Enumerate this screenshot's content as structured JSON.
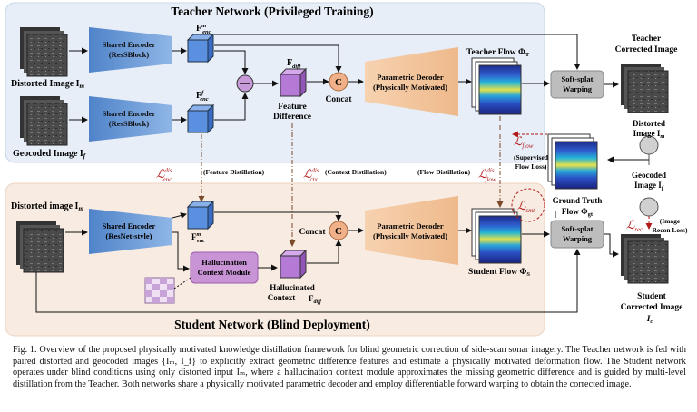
{
  "teacher": {
    "title": "Teacher Network (Privileged Training)",
    "encoder1": {
      "line1": "Shared Encoder",
      "line2": "(ResSBlock)"
    },
    "encoder2": {
      "line1": "Shared Encoder",
      "line2": "(ResSBlock)"
    },
    "input1_label": "Distorted Image I",
    "input1_sub": "m",
    "input2_label": "Geocoded Image I",
    "input2_sub": "f",
    "f_enc_m": "F",
    "f_enc_m_sub": "enc",
    "f_enc_m_sup": "m",
    "f_enc_f": "F",
    "f_enc_f_sub": "enc",
    "f_enc_f_sup": "f",
    "f_diff": "F",
    "f_diff_sub": "diff",
    "feature_diff_l1": "Feature",
    "feature_diff_l2": "Difference",
    "concat": "Concat",
    "concat_c": "C",
    "decoder": {
      "line1": "Parametric Decoder",
      "line2": "(Physically Motivated)"
    },
    "flow_label": "Teacher Flow Φ",
    "flow_sub": "T",
    "warp": {
      "line1": "Soft-splat",
      "line2": "Warping"
    },
    "output_l1": "Teacher",
    "output_l2": "Corrected Image"
  },
  "student": {
    "title": "Student Network (Blind Deployment)",
    "encoder": {
      "line1": "Shared Encoder",
      "line2": "(ResNet-style)"
    },
    "input_label": "Distorted image I",
    "input_sub": "m",
    "f_enc": "F",
    "f_enc_sub": "enc",
    "f_enc_sup": "m",
    "hallu_module": {
      "line1": "Hallucination",
      "line2": "Context Module"
    },
    "hallu_ctx_l1": "Hallucinated",
    "hallu_ctx_l2": "Context",
    "f_diff": "F",
    "f_diff_sub": "diff",
    "concat": "Concat",
    "concat_c": "C",
    "decoder": {
      "line1": "Parametric Decoder",
      "line2": "(Physically Motivated)"
    },
    "flow_label": "Student Flow Φ",
    "flow_sub": "S",
    "warp": {
      "line1": "Soft-splat",
      "line2": "Warping"
    },
    "output_l1": "Student",
    "output_l2": "Corrected Image",
    "output_l3": "I",
    "output_l3_sub": "c"
  },
  "losses": {
    "L": "ℒ",
    "enc_sub": "enc",
    "enc_sup": "dis",
    "enc_label": "(Feature Distillation)",
    "ctx_sub": "ctx",
    "ctx_sup": "dis",
    "ctx_label": "(Context Distillation)",
    "flow_dist_label": "(Flow Distillation)",
    "flow_dist_sub": "flow",
    "flow_dist_sup": "dis",
    "flow_sub": "flow",
    "flow_label_l1": "(Supervised",
    "flow_label_l2": "Flow Loss)",
    "smt_sub": "smt",
    "rec_sub": "rec",
    "rec_label_l1": "(Image",
    "rec_label_l2": "Recon Loss)"
  },
  "gt": {
    "distorted_l1": "Distorted",
    "distorted_l2": "Image I",
    "distorted_sub": "m",
    "geocoded_l1": "Geocoded",
    "geocoded_l2": "Image I",
    "geocoded_sub": "f",
    "gt_l1": "Ground Truth",
    "gt_l2": "Flow Φ",
    "gt_sub": "gt"
  },
  "caption": "Fig. 1.  Overview of the proposed physically motivated knowledge distillation framework for blind geometric correction of side-scan sonar imagery. The Teacher network is fed with paired distorted and geocoded images {Iₘ, I_f} to explicitly extract geometric difference features and estimate a physically motivated deformation flow. The Student network operates under blind conditions using only distorted input Iₘ, where a hallucination context module approximates the missing geometric difference and is guided by multi-level distillation from the Teacher. Both networks share a physically motivated parametric decoder and employ differentiable forward warping to obtain the corrected image.",
  "colors": {
    "teacher_bg": "#e6eef7",
    "student_bg": "#f8e9df",
    "encoder": "#6d9bd6",
    "decoder": "#f3c49c",
    "cube_blue": "#5b8fe0",
    "cube_purple": "#b57ad6",
    "hallu": "#c894d6",
    "warp": "#bdbdbd",
    "concat": "#f0b18a",
    "loss_red": "#b31b1b"
  }
}
